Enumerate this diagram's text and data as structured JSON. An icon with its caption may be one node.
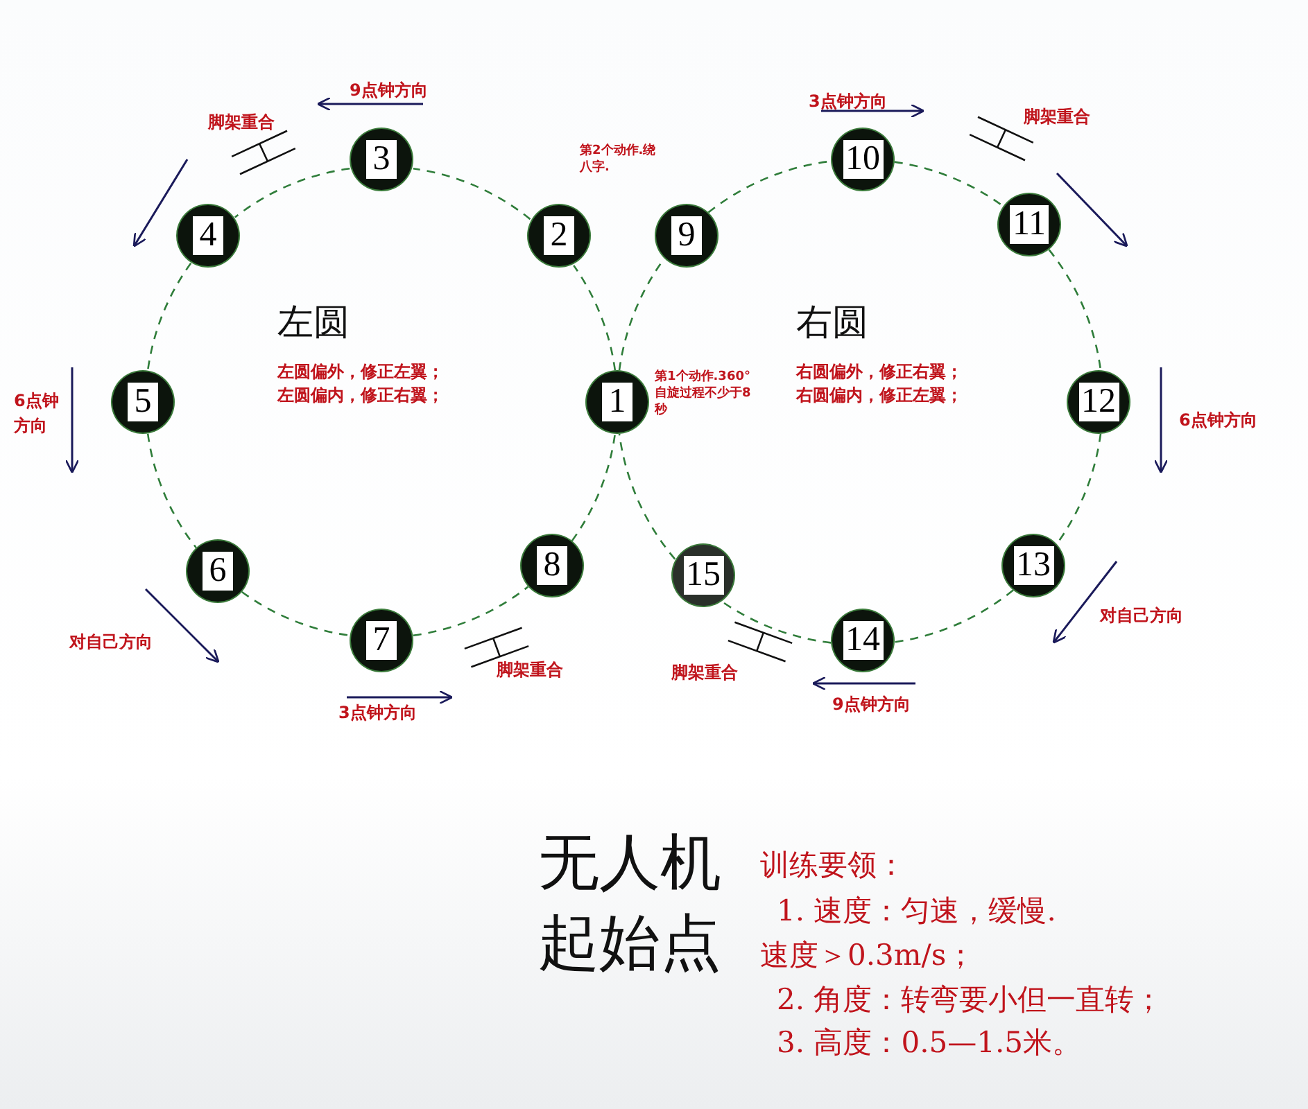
{
  "diagram": {
    "nodes": [
      {
        "text": [
          "1"
        ],
        "beside": [
          "第1个动作.360° 自旋过程不少于8秒"
        ]
      },
      {
        "text": [
          "2"
        ],
        "beside": [
          "第2个动作.绕八字."
        ]
      },
      {
        "text": [
          "3"
        ]
      },
      {
        "text": [
          "4"
        ]
      },
      {
        "text": [
          "5"
        ]
      },
      {
        "text": [
          "6"
        ]
      },
      {
        "text": [
          "7"
        ]
      },
      {
        "text": [
          "8"
        ]
      },
      {
        "text": [
          "9"
        ]
      },
      {
        "text": [
          "10"
        ]
      },
      {
        "text": [
          "11"
        ]
      },
      {
        "text": [
          "12"
        ]
      },
      {
        "text": [
          "13"
        ]
      },
      {
        "text": [
          "14"
        ]
      },
      {
        "text": [
          "15"
        ]
      }
    ],
    "edges": [
      {
        "from": 0,
        "to": 1,
        "arrow": "none",
        "style": "dashed"
      },
      {
        "from": 1,
        "to": 2,
        "arrow": "none",
        "style": "dashed"
      },
      {
        "from": 2,
        "to": 3,
        "arrow": "none",
        "style": "dashed"
      },
      {
        "from": 3,
        "to": 4,
        "arrow": "none",
        "style": "dashed"
      },
      {
        "from": 4,
        "to": 5,
        "arrow": "none",
        "style": "dashed"
      },
      {
        "from": 5,
        "to": 6,
        "arrow": "none",
        "style": "dashed"
      },
      {
        "from": 6,
        "to": 7,
        "arrow": "none",
        "style": "dashed"
      },
      {
        "from": 7,
        "to": 0,
        "arrow": "none",
        "style": "dashed"
      },
      {
        "from": 0,
        "to": 8,
        "arrow": "none",
        "style": "dashed"
      },
      {
        "from": 8,
        "to": 9,
        "arrow": "none",
        "style": "dashed"
      },
      {
        "from": 9,
        "to": 10,
        "arrow": "none",
        "style": "dashed"
      },
      {
        "from": 10,
        "to": 11,
        "arrow": "none",
        "style": "dashed"
      },
      {
        "from": 11,
        "to": 12,
        "arrow": "none",
        "style": "dashed"
      },
      {
        "from": 12,
        "to": 13,
        "arrow": "none",
        "style": "dashed"
      },
      {
        "from": 13,
        "to": 14,
        "arrow": "none",
        "style": "dashed"
      },
      {
        "from": 14,
        "to": 0,
        "arrow": "none",
        "style": "dashed"
      }
    ],
    "labels": [
      "9点钟方向",
      "脚架重合",
      "3点钟方向",
      "脚架重合",
      "左圆",
      "左圆偏外，修正左翼；",
      "左圆偏内，修正右翼；",
      "右圆",
      "右圆偏外，修正右翼；",
      "右圆偏内，修正左翼；",
      "6点钟方向",
      "6点钟方向",
      "对自己方向",
      "对自己方向",
      "脚架重合",
      "脚架重合",
      "3点钟方向",
      "9点钟方向",
      "无人机起始点",
      "训练要领：",
      "1. 速度：匀速，缓慢.",
      "速度＞0.3m/s；",
      "2. 角度：转弯要小但一直转；",
      "3. 高度：0.5—1.5米。"
    ]
  }
}
